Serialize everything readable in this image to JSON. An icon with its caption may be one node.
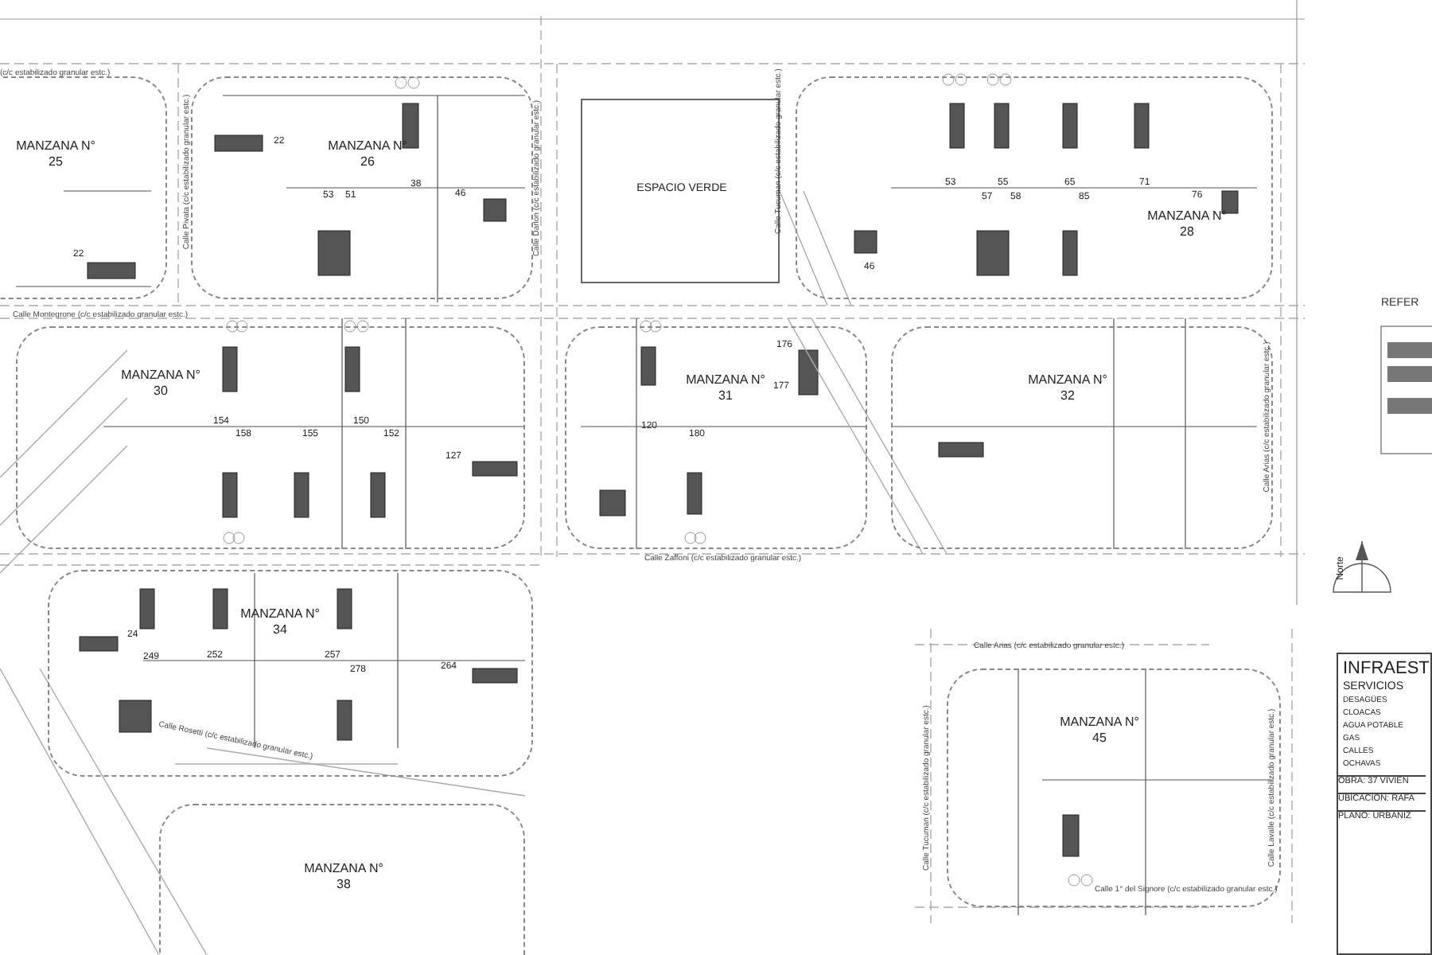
{
  "diagram": {
    "nodes": [
      {
        "text": [
          "MANZANA N° 25"
        ]
      },
      {
        "text": [
          "MANZANA N° 26"
        ]
      },
      {
        "text": [
          "ESPACIO VERDE"
        ]
      },
      {
        "text": [
          "MANZANA N° 28"
        ]
      },
      {
        "text": [
          "MANZANA N° 30"
        ]
      },
      {
        "text": [
          "MANZANA N° 31"
        ]
      },
      {
        "text": [
          "MANZANA N° 32"
        ]
      },
      {
        "text": [
          "MANZANA N° 34"
        ]
      },
      {
        "text": [
          "MANZANA N° 38"
        ]
      },
      {
        "text": [
          "MANZANA N° 45"
        ]
      },
      {
        "text": [
          "INFRAEST",
          "SERVICIOS",
          "DESAGÜES",
          "CLOACAS",
          "AGUA POTABLE",
          "GAS",
          "CALLES",
          "OCHAVAS",
          "OBRA: 37 VIVIEN",
          "UBICACION: RAFA",
          "PLANO: URBANIZ"
        ]
      },
      {
        "text": [
          "REFER"
        ]
      }
    ],
    "labels": [
      "(c/c estabilizado granular estc.)",
      "Calle Pivata (c/c estabilizado granular estc.)",
      "Calle Darlon (c/c estabilizado granular estc.)",
      "Calle Tucuman (c/c estabilizado granular estc.)",
      "Calle Montegrone (c/c estabilizado granular estc.)",
      "Calle Zaffoni (c/c estabilizado granular estc.)",
      "Calle Arias (c/c estabilizado granular estc.)",
      "Calle Rosetti (c/c estabilizado granular estc.)",
      "Calle Arias (c/c estabilizado granular estc.)",
      "Calle Tucuman (c/c estabilizado granular estc.)",
      "Calle Lavalle (c/c estabilizado granular estc.)",
      "Calle 1° del Signore (c/c estabilizado granular estc.)",
      "22",
      "22",
      "53",
      "51",
      "38",
      "46",
      "53",
      "55",
      "57",
      "58",
      "65",
      "85",
      "71",
      "76",
      "46",
      "154",
      "158",
      "155",
      "150",
      "152",
      "127",
      "120",
      "180",
      "176",
      "177",
      "24",
      "249",
      "252",
      "257",
      "278",
      "264",
      "Norte"
    ]
  }
}
